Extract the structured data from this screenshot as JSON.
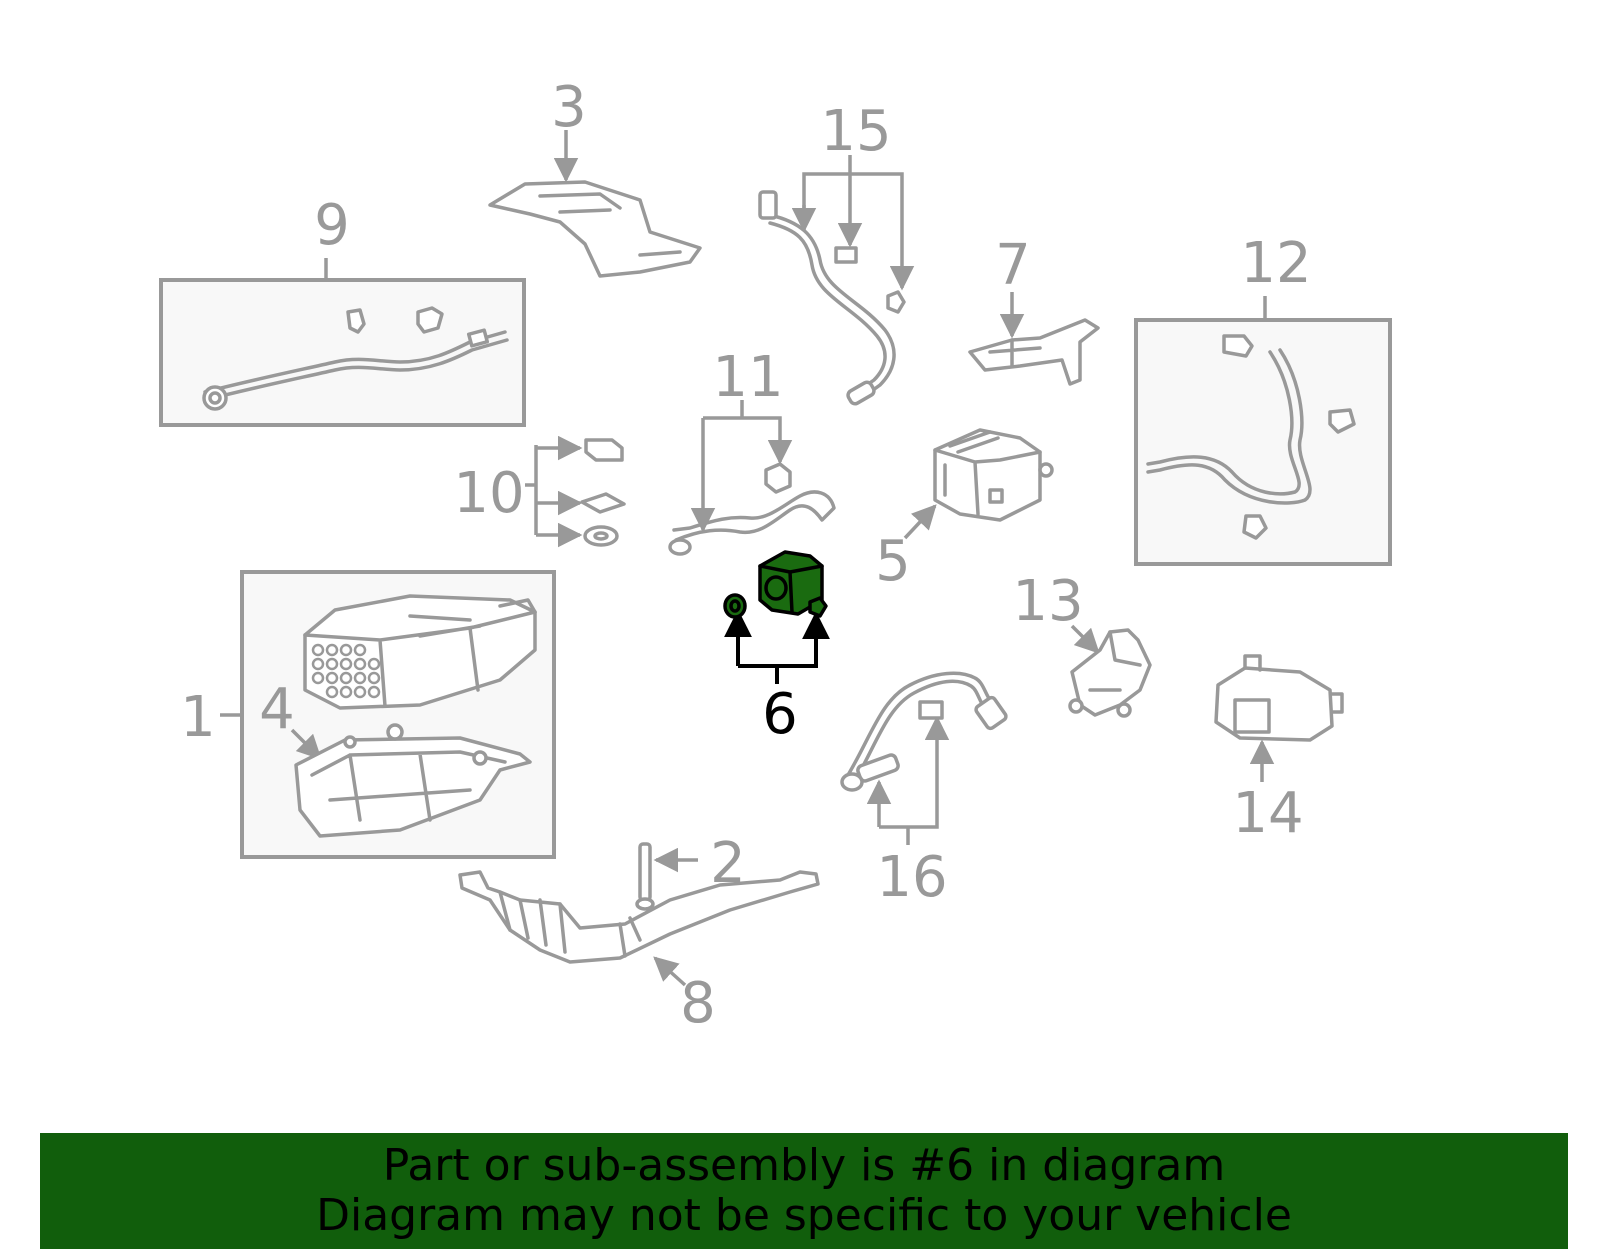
{
  "colors": {
    "line_gray": "#999999",
    "highlight_fill": "#1a6b10",
    "banner_bg": "#115e0c",
    "text_black": "#000000"
  },
  "labels": {
    "p1": "1",
    "p2": "2",
    "p3": "3",
    "p4": "4",
    "p5": "5",
    "p6": "6",
    "p7": "7",
    "p8": "8",
    "p9": "9",
    "p10": "10",
    "p11": "11",
    "p12": "12",
    "p13": "13",
    "p14": "14",
    "p15": "15",
    "p16": "16"
  },
  "highlighted_part": "6",
  "banner": {
    "line1": "Part or sub-assembly is #6 in diagram",
    "line2": "Diagram may not be specific to your vehicle"
  }
}
